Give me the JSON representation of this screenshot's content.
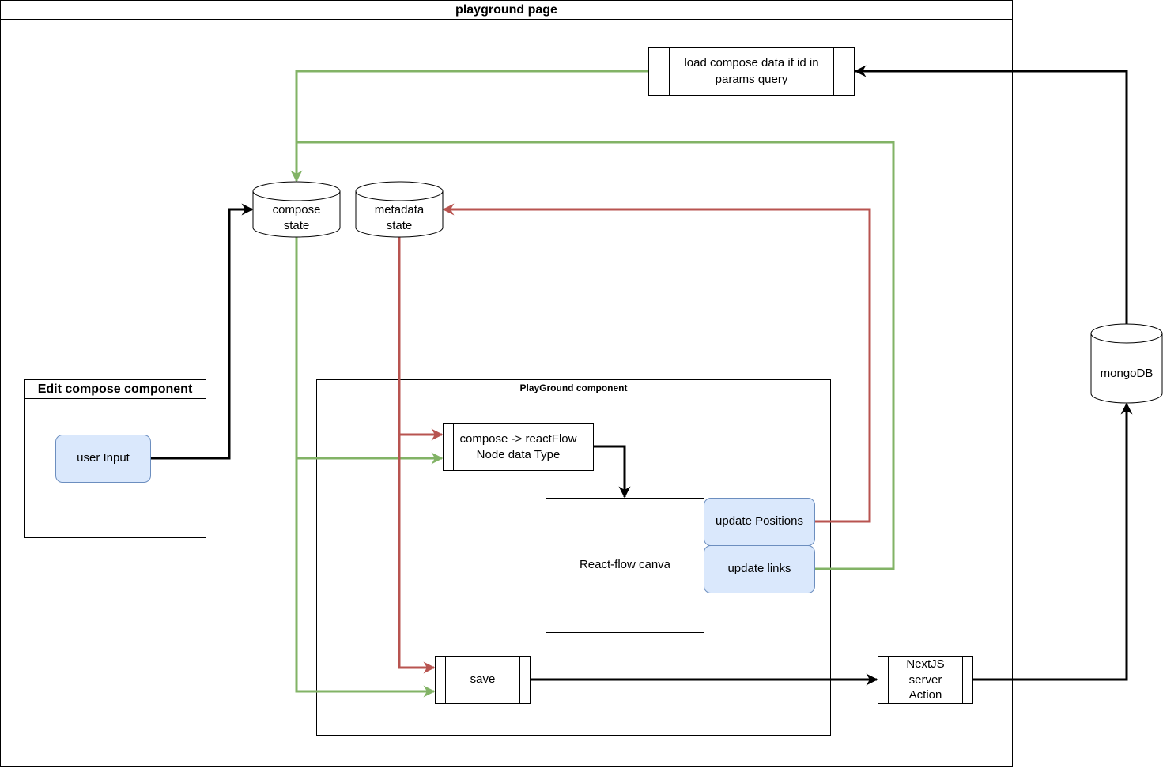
{
  "frames": {
    "playground_page": "playground page",
    "edit_compose": "Edit compose component",
    "playground_component": "PlayGround component"
  },
  "nodes": {
    "load_compose": "load compose data if id in params query",
    "compose_state": "compose state",
    "metadata_state": "metadata state",
    "user_input": "user Input",
    "compose_to_reactflow": "compose -> reactFlow Node data Type",
    "react_flow_canva": "React-flow canva",
    "update_positions": "update Positions",
    "update_links": "update links",
    "save": "save",
    "nextjs_action": "NextJS server Action",
    "mongodb": "mongoDB"
  },
  "colors": {
    "green_edge": "#82b366",
    "red_edge": "#b85450",
    "black_edge": "#000000",
    "blue_fill": "#dae8fc",
    "blue_stroke": "#6c8ebf"
  }
}
